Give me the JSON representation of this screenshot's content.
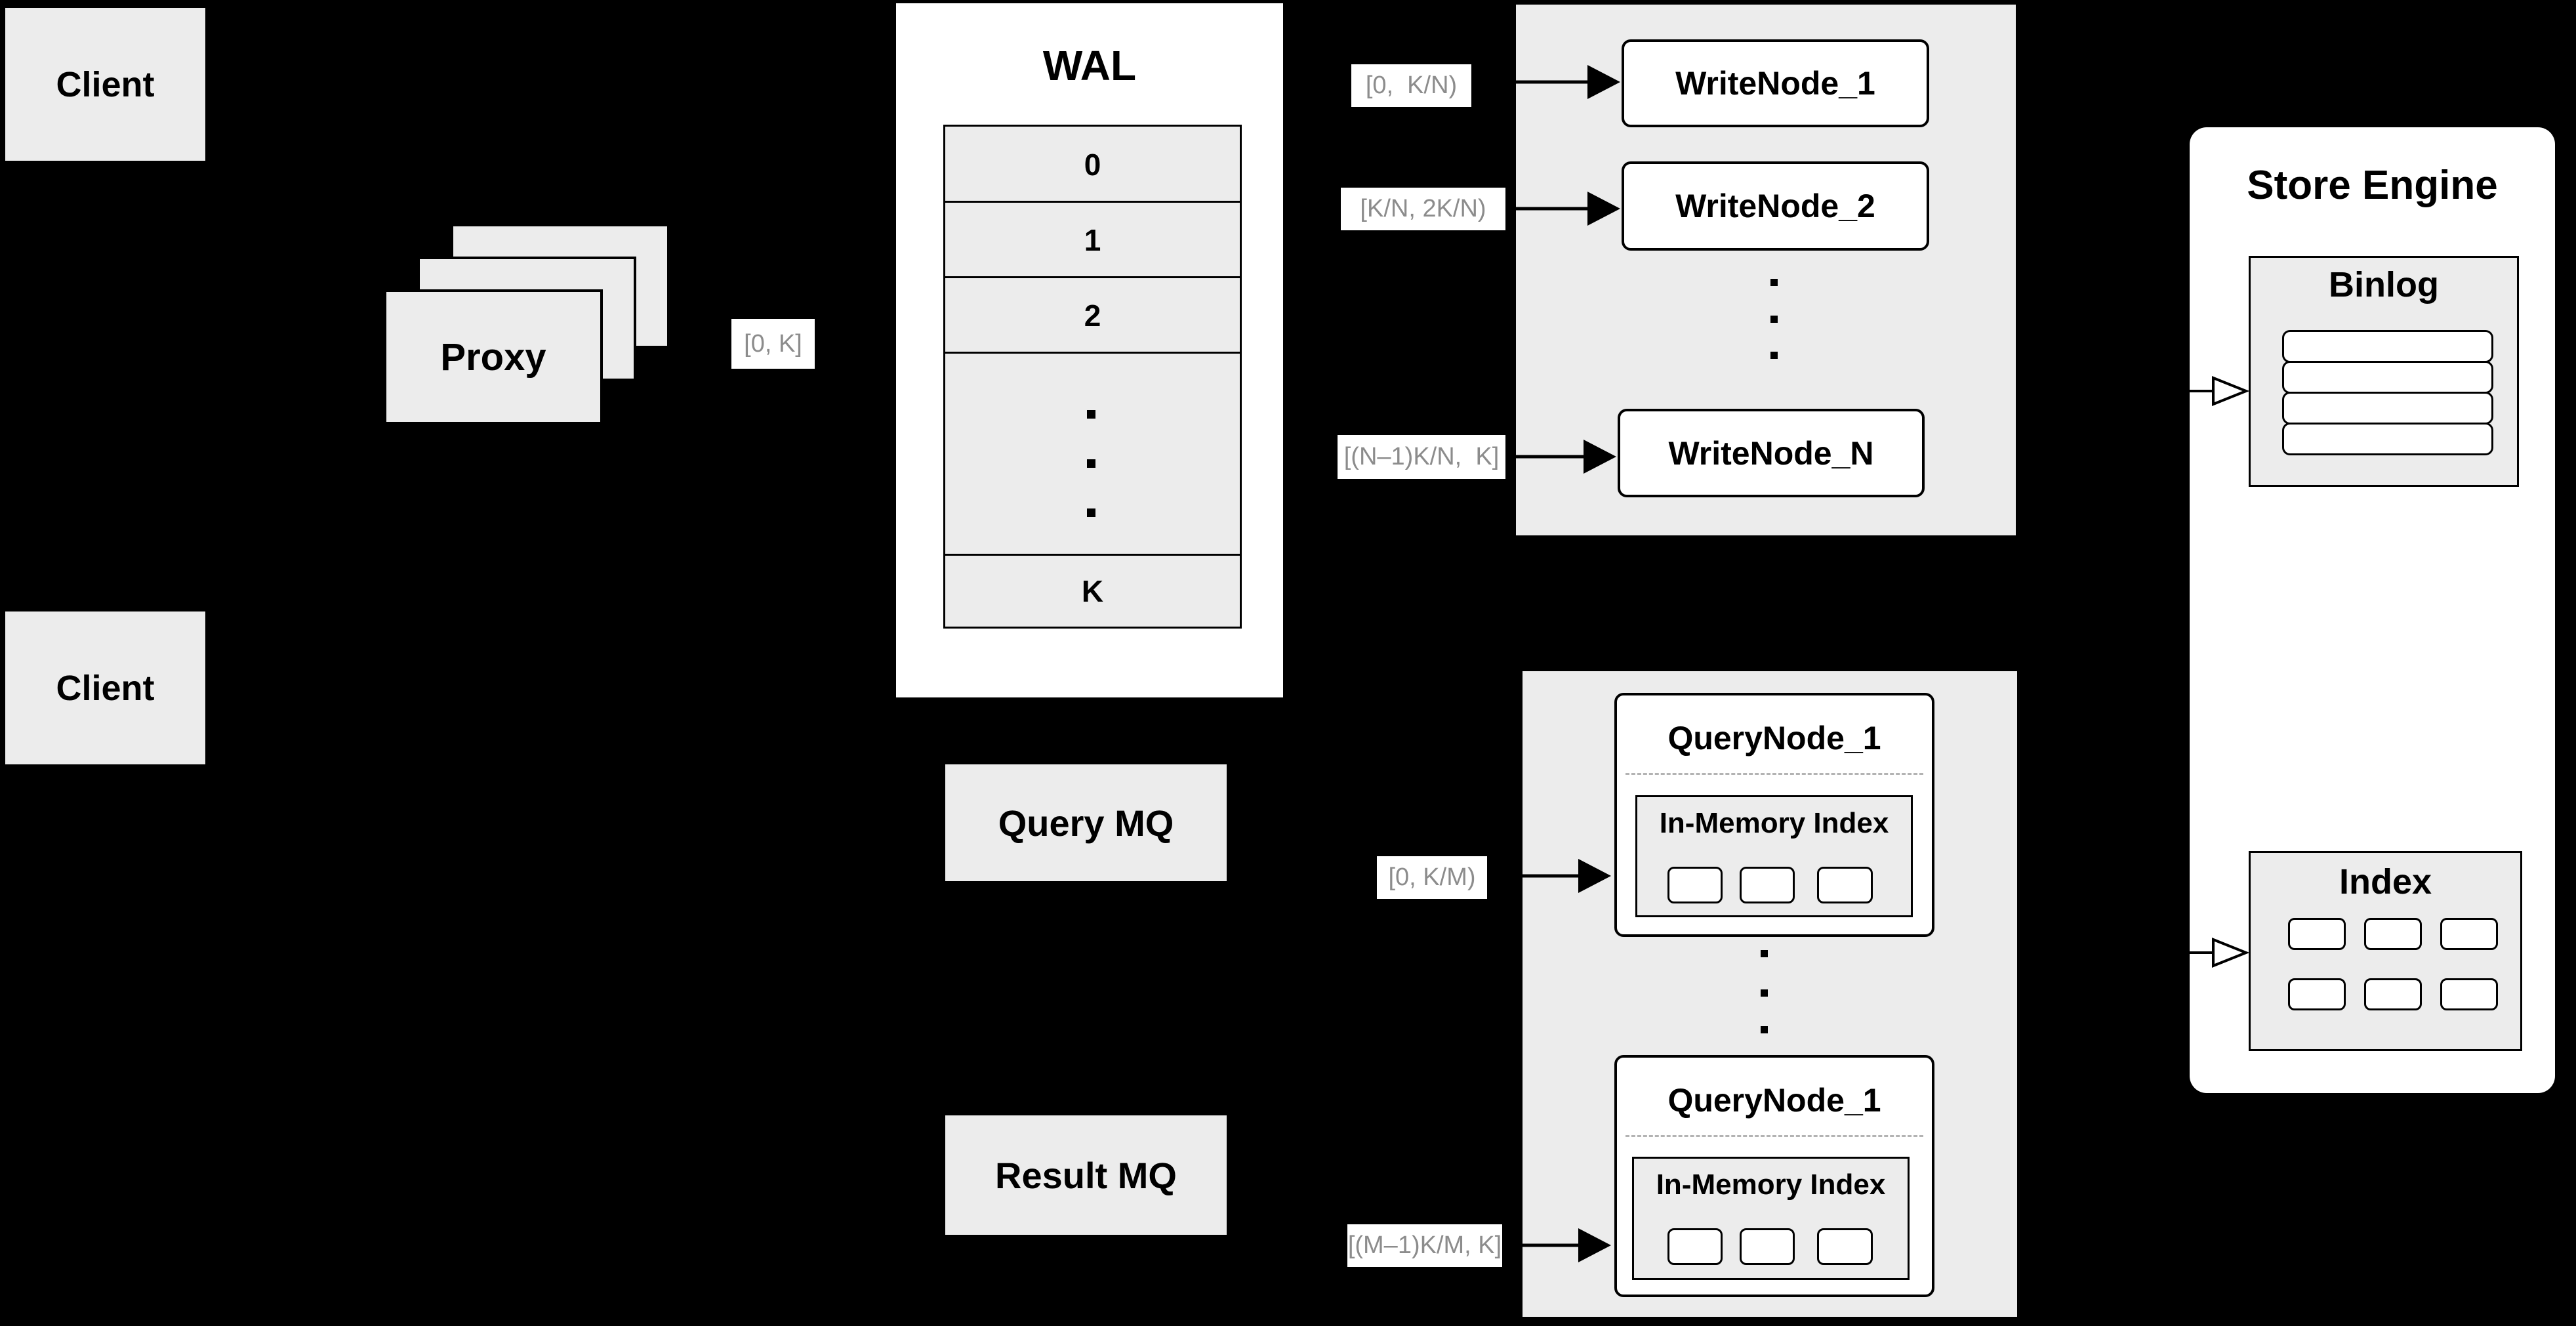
{
  "clients": {
    "top": "Client",
    "bottom": "Client"
  },
  "proxy": {
    "label": "Proxy"
  },
  "ranges": {
    "proxy": "[0, K]",
    "w1": "[0,  K/N)",
    "w2": "[K/N, 2K/N)",
    "wn": "[(N–1)K/N,  K]",
    "q1": "[0, K/M)",
    "qm": "[(M–1)K/M, K]"
  },
  "wal": {
    "title": "WAL",
    "rows": [
      "0",
      "1",
      "2",
      "K"
    ]
  },
  "write": {
    "nodes": [
      "WriteNode_1",
      "WriteNode_2",
      "WriteNode_N"
    ]
  },
  "mq": {
    "query": "Query MQ",
    "result": "Result MQ"
  },
  "qnodes": {
    "top": {
      "title": "QueryNode_1",
      "mem": "In-Memory Index"
    },
    "bottom": {
      "title": "QueryNode_1",
      "mem": "In-Memory Index"
    }
  },
  "store": {
    "title": "Store Engine",
    "binlog": "Binlog",
    "index": "Index"
  },
  "colors": {
    "background": "#000000",
    "panel_fill": "#ececec",
    "box_fill": "#ffffff",
    "line": "#000000",
    "range_label_text": "#8c8c8c",
    "dashed_divider": "#b3b3b3"
  }
}
